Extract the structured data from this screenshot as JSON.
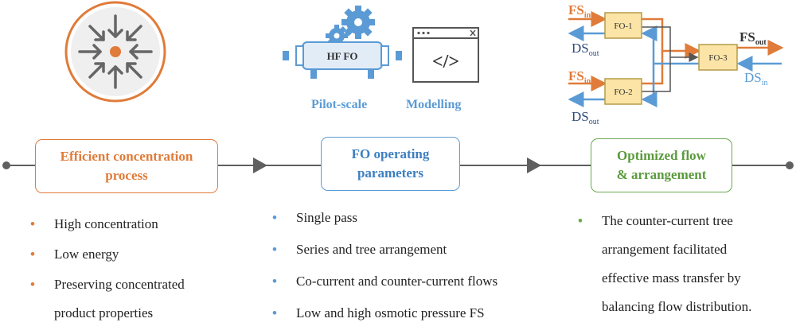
{
  "colors": {
    "orange": "#e07b39",
    "blue": "#5b9bd5",
    "green": "#6aa84f",
    "gray": "#5f5f5f",
    "module_fill": "#fbe4a6",
    "module_stroke": "#b59b49"
  },
  "icons": {
    "stage1": "concentration-target-icon",
    "stage2a": "hollow-fiber-module-gears-icon",
    "stage2b": "code-window-icon"
  },
  "stage1": {
    "title_line1": "Efficient concentration",
    "title_line2": "process",
    "bullets": [
      "High concentration",
      "Low energy",
      "Preserving concentrated",
      "product properties"
    ]
  },
  "stage2": {
    "module_label": "HF FO",
    "caption_left": "Pilot-scale",
    "caption_right": "Modelling",
    "code_symbol": "</>",
    "title_line1": "FO operating",
    "title_line2": "parameters",
    "bullets": [
      "Single pass",
      "Series and tree arrangement",
      "Co-current and counter-current flows",
      "Low and high osmotic pressure FS"
    ]
  },
  "stage3": {
    "title_line1": "Optimized flow",
    "title_line2": "& arrangement",
    "flow": {
      "modules": [
        "FO-1",
        "FO-2",
        "FO-3"
      ],
      "fs": "FS",
      "ds": "DS",
      "sub_in": "in",
      "sub_out": "out"
    },
    "bullets": [
      "The counter-current tree",
      "arrangement facilitated",
      "effective mass transfer by",
      "balancing flow distribution."
    ]
  }
}
